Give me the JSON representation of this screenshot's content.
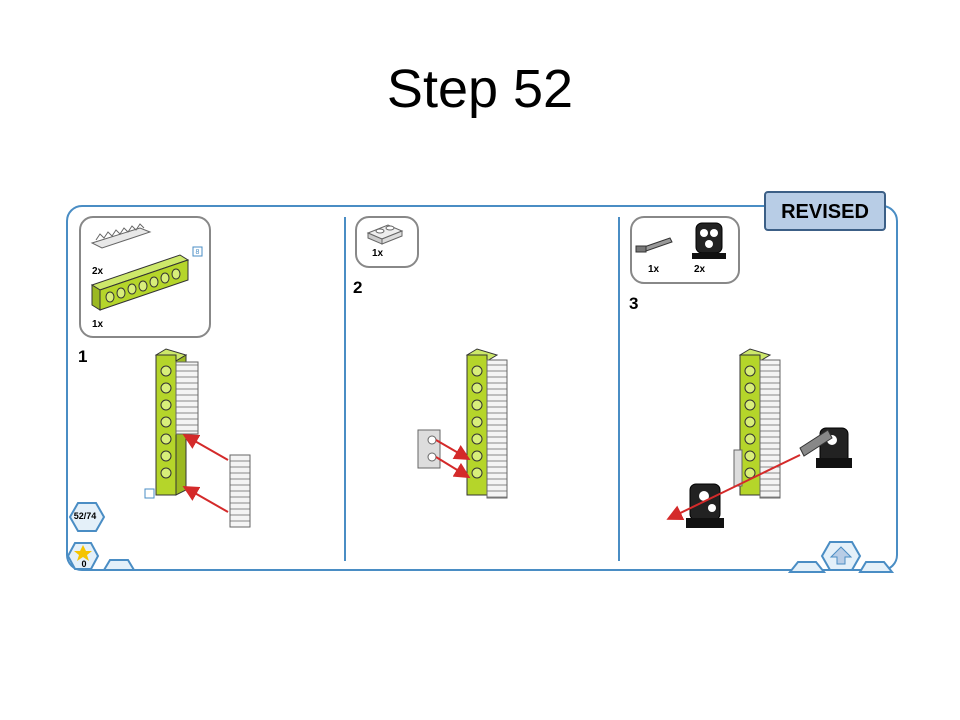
{
  "slide": {
    "title": "Step 52"
  },
  "badge": {
    "label": "REVISED"
  },
  "steps": [
    {
      "number": "1",
      "parts": [
        {
          "qty": "2x"
        },
        {
          "qty": "1x"
        }
      ],
      "size_tag": "8"
    },
    {
      "number": "2",
      "parts": [
        {
          "qty": "1x"
        }
      ]
    },
    {
      "number": "3",
      "parts": [
        {
          "qty": "1x"
        },
        {
          "qty": "2x"
        }
      ]
    }
  ],
  "footer": {
    "page_counter": "52/74",
    "star_count": "0"
  },
  "colors": {
    "frame": "#4a8dc4",
    "lime": "#b5d52a",
    "arrow": "#d42a2a",
    "badge_bg": "#b8cde6"
  },
  "icons": [
    "page-counter-icon",
    "star-icon",
    "home-icon",
    "next-icon",
    "prev-icon"
  ]
}
